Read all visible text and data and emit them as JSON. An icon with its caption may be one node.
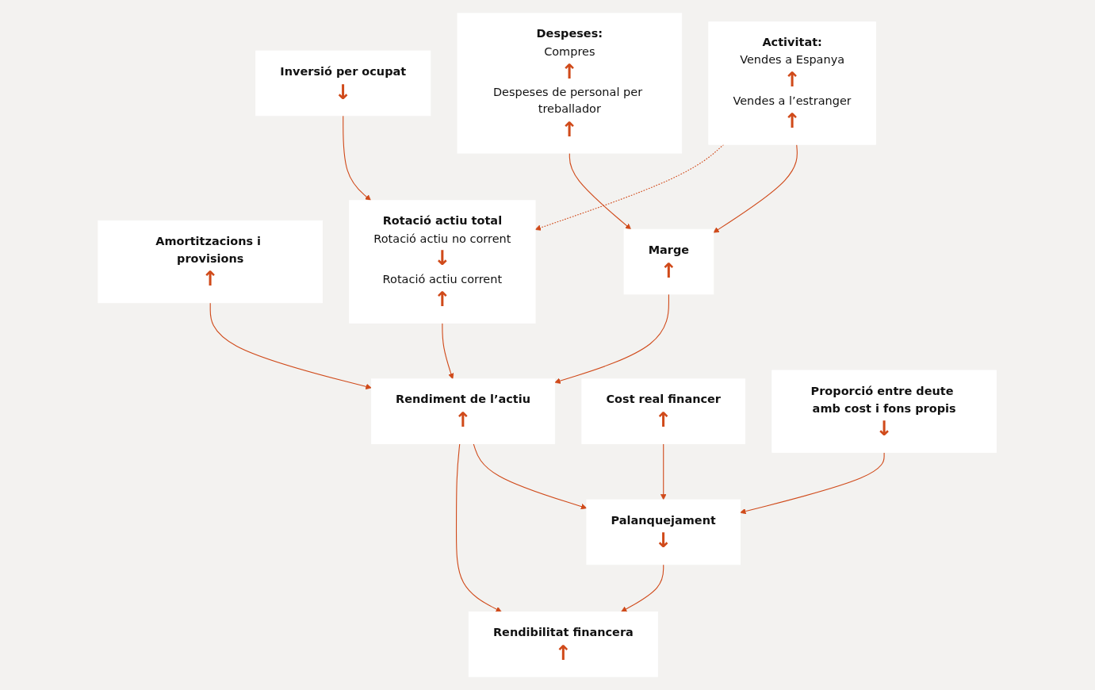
{
  "diagram": {
    "nodes": [
      {
        "text": [
          "Activitat:",
          "Vendes a Espanya",
          "↑",
          "Vendes a l’estranger",
          "↑"
        ]
      },
      {
        "text": [
          "Despeses:",
          "Compres",
          "↑",
          "Despeses de personal per treballador",
          "↑"
        ]
      },
      {
        "text": [
          "Inversió per ocupat",
          "↓"
        ]
      },
      {
        "text": [
          "Amortitzacions i provisions",
          "↑"
        ]
      },
      {
        "text": [
          "Marge",
          "↑"
        ]
      },
      {
        "text": [
          "Rotació actiu total",
          "Rotació actiu no corrent",
          "↓",
          "Rotació actiu corrent",
          "↑"
        ]
      },
      {
        "text": [
          "Cost real financer",
          "↑"
        ]
      },
      {
        "text": [
          "Proporció entre deute amb cost i fons propis",
          "↓"
        ]
      },
      {
        "text": [
          "Rendiment de l’actiu",
          "↑"
        ]
      },
      {
        "text": [
          "Palanquejament",
          "↓"
        ]
      },
      {
        "text": [
          "Rendibilitat financera",
          "↑"
        ]
      }
    ],
    "edges": [
      {
        "from": 0,
        "to": 4,
        "arrow": "to"
      },
      {
        "from": 0,
        "to": 5,
        "arrow": "to",
        "style": "dashed"
      },
      {
        "from": 1,
        "to": 4,
        "arrow": "to"
      },
      {
        "from": 2,
        "to": 5,
        "arrow": "to"
      },
      {
        "from": 3,
        "to": 8,
        "arrow": "to"
      },
      {
        "from": 4,
        "to": 8,
        "arrow": "to"
      },
      {
        "from": 5,
        "to": 8,
        "arrow": "to"
      },
      {
        "from": 6,
        "to": 9,
        "arrow": "to"
      },
      {
        "from": 7,
        "to": 9,
        "arrow": "to"
      },
      {
        "from": 8,
        "to": 9,
        "arrow": "to"
      },
      {
        "from": 8,
        "to": 10,
        "arrow": "to"
      },
      {
        "from": 9,
        "to": 10,
        "arrow": "to"
      }
    ]
  }
}
